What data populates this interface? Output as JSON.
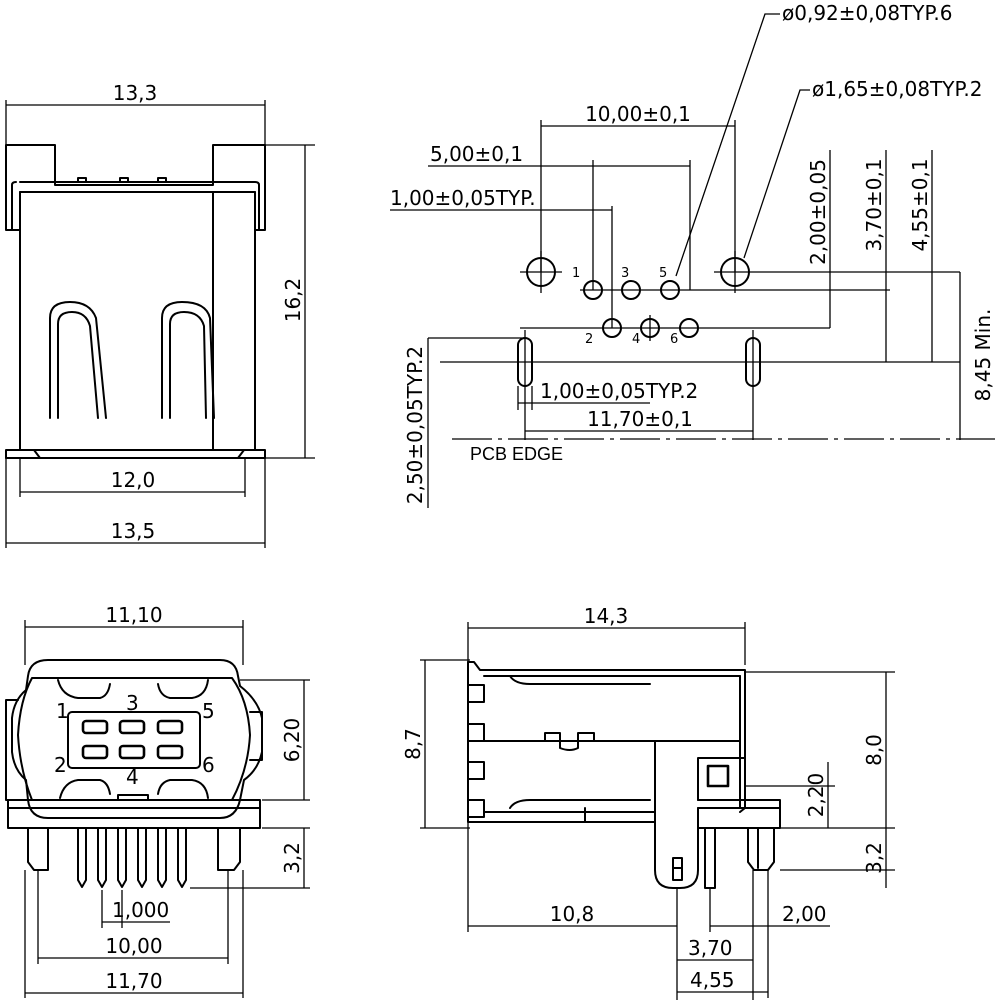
{
  "top_left": {
    "width_top": "13,3",
    "height": "16,2",
    "width_inner": "12,0",
    "width_bottom": "13,5"
  },
  "pcb_layout": {
    "small_hole_dia": "ø0,92±0,08TYP.6",
    "large_hole_dia": "ø1,65±0,08TYP.2",
    "large_hole_pitch": "10,00±0,1",
    "pin_row_width": "5,00±0,1",
    "pin_pitch": "1,00±0,05TYP.",
    "row_offset": "2,00±0,05",
    "large_hole_offset": "3,70±0,1",
    "large_hole_offset_2": "4,55±0,1",
    "slot_length": "2,50±0,05TYP.2",
    "slot_width": "1,00±0,05TYP.2",
    "slot_pitch": "11,70±0,1",
    "min_distance": "8,45 Min.",
    "pcb_edge_label": "PCB EDGE",
    "pin_numbers": [
      "1",
      "3",
      "5",
      "2",
      "4",
      "6"
    ]
  },
  "front_view": {
    "width_top": "11,10",
    "pin_labels": [
      "1",
      "3",
      "5",
      "2",
      "4",
      "6"
    ],
    "height": "6,20",
    "pin_length": "3,2",
    "pin_pitch": "1,000",
    "pin_span": "10,00",
    "total_width": "11,70"
  },
  "side_view": {
    "length": "14,3",
    "height_left": "8,7",
    "height_right": "8,0",
    "pin_height": "2,20",
    "pin_length": "3,2",
    "depth": "10,8",
    "pin_offset": "2,00",
    "offset_1": "3,70",
    "offset_2": "4,55"
  }
}
